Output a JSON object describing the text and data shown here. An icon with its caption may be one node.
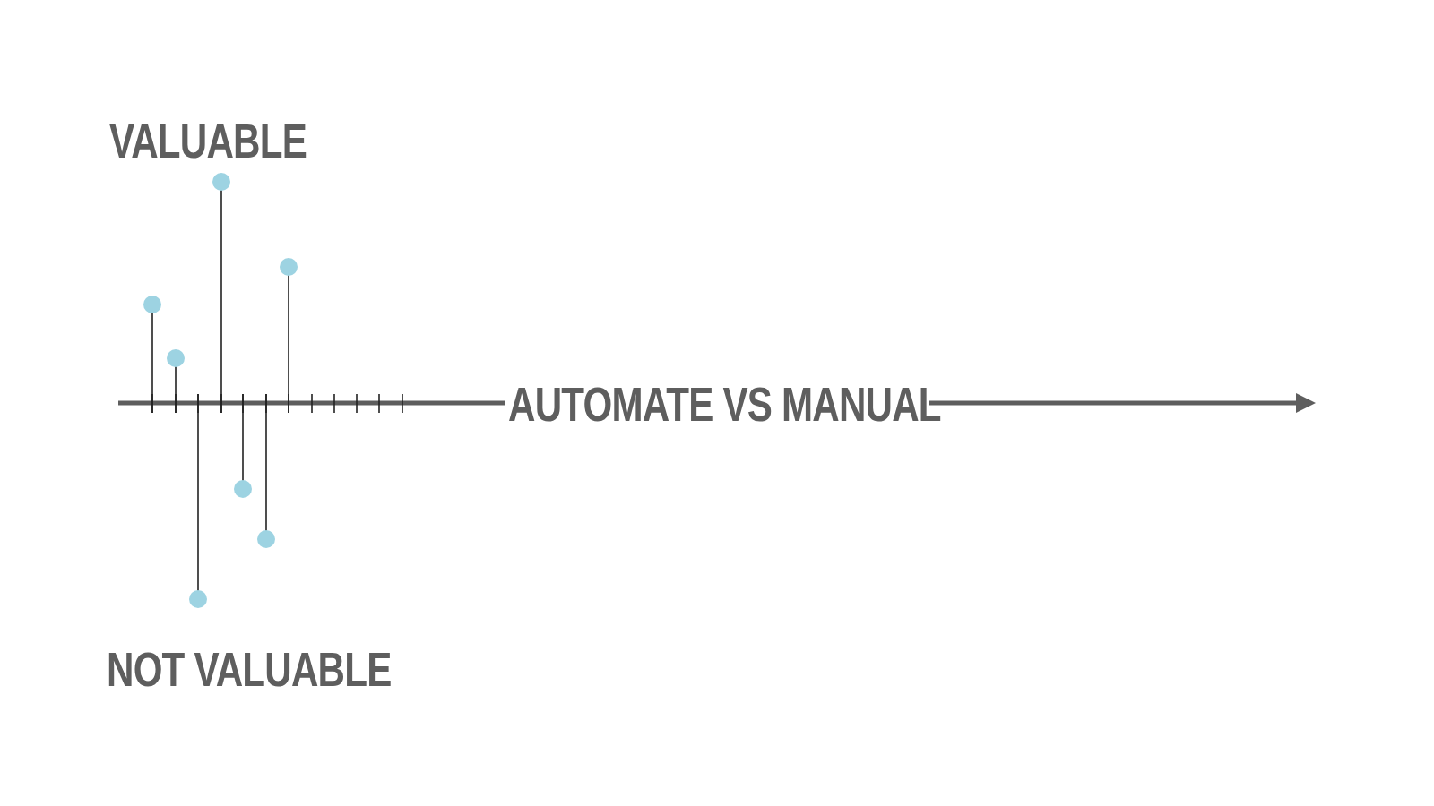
{
  "diagram": {
    "labels": [
      "VALUABLE",
      "AUTOMATE VS MANUAL",
      "NOT VALUABLE"
    ]
  }
}
